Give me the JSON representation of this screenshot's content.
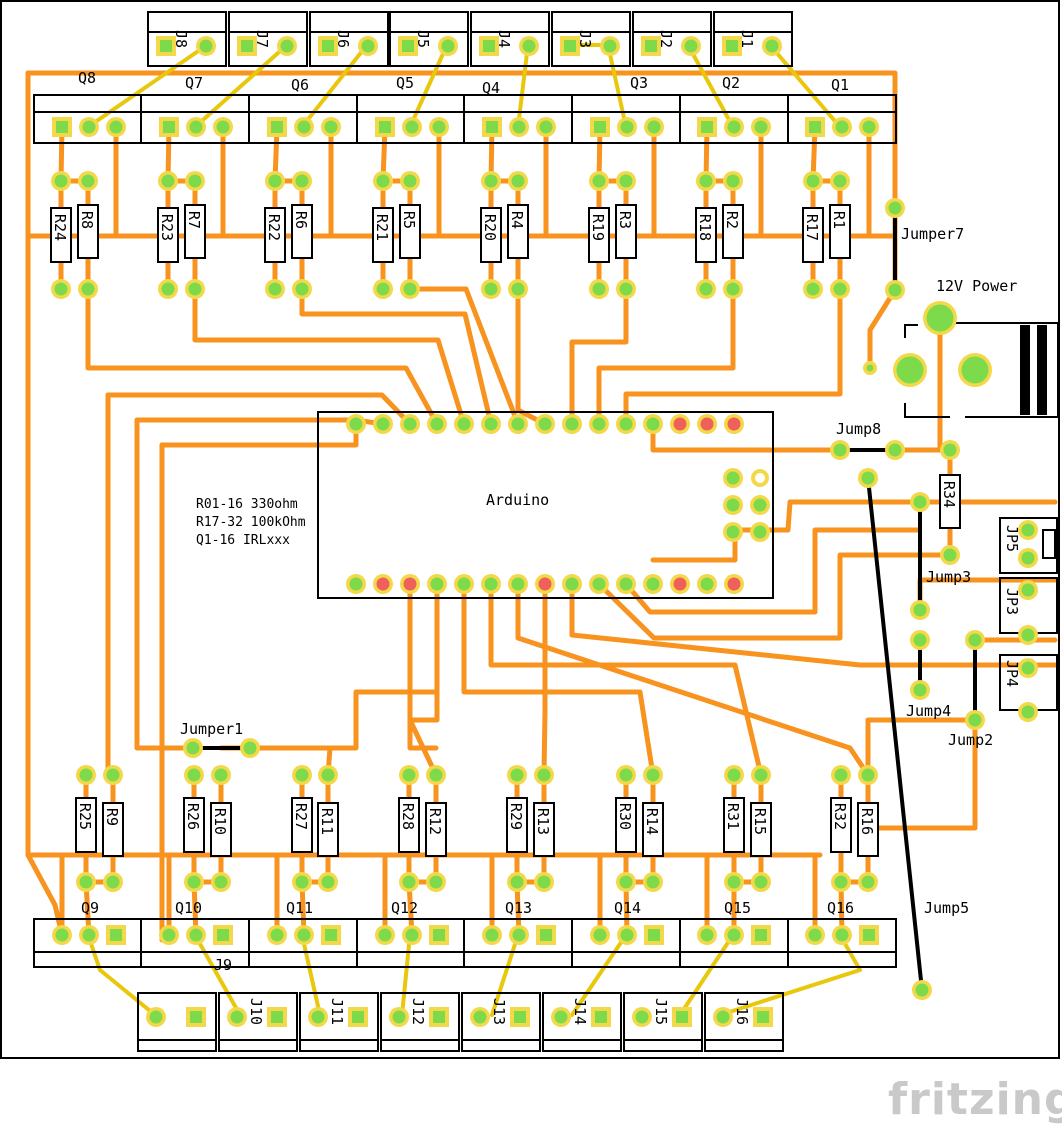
{
  "board": {
    "colors": {
      "trace": "#f7931e",
      "ratsnest": "#e8c70c",
      "jumper": "#000000",
      "pad": "#7ddb4b",
      "pad_ring": "#f3d84a",
      "pad_red": "#f0605a",
      "outline": "#000000"
    }
  },
  "labels": {
    "arduino": "Arduino",
    "power": "12V Power",
    "notes": [
      "R01-16 330ohm",
      "R17-32 100kOhm",
      "Q1-16 IRLxxx"
    ],
    "brand": "fritzing"
  },
  "jumpers": [
    "Jumper7",
    "Jump8",
    "Jump3",
    "Jump4",
    "Jump2",
    "Jumper1",
    "Jump5"
  ],
  "jp_headers": [
    "JP5",
    "JP3",
    "JP4"
  ],
  "top": {
    "j": [
      "J8",
      "J7",
      "J6",
      "J5",
      "J4",
      "J3",
      "J2",
      "J1"
    ],
    "q": [
      "Q8",
      "Q7",
      "Q6",
      "Q5",
      "Q4",
      "Q3",
      "Q2",
      "Q1"
    ],
    "r_low": [
      "R24",
      "R23",
      "R22",
      "R21",
      "R20",
      "R19",
      "R18",
      "R17"
    ],
    "r_high": [
      "R8",
      "R7",
      "R6",
      "R5",
      "R4",
      "R3",
      "R2",
      "R1"
    ]
  },
  "bottom": {
    "j": [
      "J9",
      "J10",
      "J11",
      "J12",
      "J13",
      "J14",
      "J15",
      "J16"
    ],
    "q": [
      "Q9",
      "Q10",
      "Q11",
      "Q12",
      "Q13",
      "Q14",
      "Q15",
      "Q16"
    ],
    "r_low": [
      "R25",
      "R26",
      "R27",
      "R28",
      "R29",
      "R30",
      "R31",
      "R32"
    ],
    "r_high": [
      "R9",
      "R10",
      "R11",
      "R12",
      "R13",
      "R14",
      "R15",
      "R16"
    ]
  },
  "r34": "R34"
}
